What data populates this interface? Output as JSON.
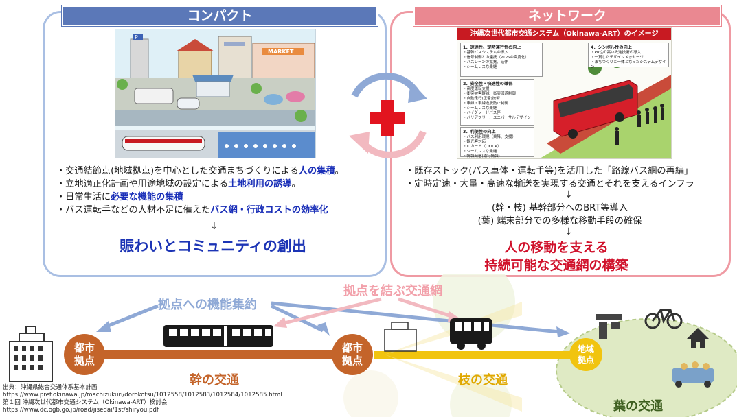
{
  "left_panel": {
    "title": "コンパクト",
    "bullets": [
      {
        "before": "・交通結節点(地域拠点)を中心とした交通まちづくりによる",
        "highlight": "人の集積",
        "after": "。"
      },
      {
        "before": "・立地適正化計画や用途地域の設定による",
        "highlight": "土地利用の誘導",
        "after": "。"
      },
      {
        "before": "・日常生活に",
        "highlight": "必要な機能の集積",
        "after": ""
      },
      {
        "before": "・バス運転手などの人材不足に備えた",
        "highlight": "バス網・行政コストの効率化",
        "after": ""
      }
    ],
    "arrow": "↓",
    "conclusion": "賑わいとコミュニティの創出",
    "illustration_sign": "MARKET"
  },
  "right_panel": {
    "title": "ネットワーク",
    "image_title": "沖縄次世代都市交通システム（Okinawa-ART）のイメージ",
    "image_boxes": [
      {
        "heading": "1．速達性、定時運行性の向上",
        "items": [
          "・基幹バスシステムの導入",
          "・信号制御との連携（PTPSの高度化）",
          "・バスレーンの拡充、延伸",
          "・シームレスな乗継"
        ]
      },
      {
        "heading": "2．安全性・快適性の確保",
        "items": [
          "・高度運転支援",
          "・衝突被害軽減、衝突回避制御",
          "・自動走行(正着)技術",
          "・車線・車線逸脱防止制御",
          "・シームレスな乗継",
          "・ハイグレードバス停",
          "・バリアフリー、ユニバーサルデザイン"
        ]
      },
      {
        "heading": "3．利便性の向上",
        "items": [
          "・バス利用環境（乗降、支援）",
          "・観光客対応",
          "・ICカード（OKICA）",
          "・シームレスな乗継",
          "・情報発信(運行情報)"
        ]
      },
      {
        "heading": "4．シンボル性の向上",
        "items": [
          "・PR性の高い先進技術の導入",
          "・一貫したデザインメッセージ",
          "・まちづくりと一体となったシステムデザイン"
        ]
      }
    ],
    "bullets": [
      "・既存ストック(バス車体・運転手等)を活用した「路線バス網の再編」",
      "・定時定速・大量・高速な輸送を実現する交通とそれを支えるインフラ"
    ],
    "arrow1": "↓",
    "sub_lines": [
      "(幹・枝) 基幹部分へのBRT等導入",
      "(葉) 端末部分での多様な移動手段の確保"
    ],
    "arrow2": "↓",
    "conclusion": [
      "人の移動を支える",
      "持続可能な交通網の構築"
    ]
  },
  "bottom": {
    "label_concentration": "拠点への機能集約",
    "label_connect": "拠点を結ぶ交通網",
    "city_hub_1": [
      "都市",
      "拠点"
    ],
    "city_hub_2": [
      "都市",
      "拠点"
    ],
    "regional_hub": [
      "地域",
      "拠点"
    ],
    "trunk": "幹の交通",
    "branch": "枝の交通",
    "leaf": "葉の交通"
  },
  "source": [
    "出典：沖縄県総合交通体系基本計画",
    "https://www.pref.okinawa.jp/machizukuri/dorokotsu/1012558/1012583/1012584/1012585.html",
    "第１回 沖縄次世代都市交通システム（Okinawa-ART）検討会",
    "https://www.dc.ogb.go.jp/road/jisedai/1st/shiryou.pdf"
  ],
  "colors": {
    "compact_blue": "#5b78b8",
    "network_pink": "#ea8891",
    "trunk_orange": "#c4642a",
    "branch_yellow": "#f1c40f",
    "leaf_green": "#dfeac4",
    "conclusion_blue": "#1c34b5",
    "conclusion_red": "#d0112b"
  }
}
